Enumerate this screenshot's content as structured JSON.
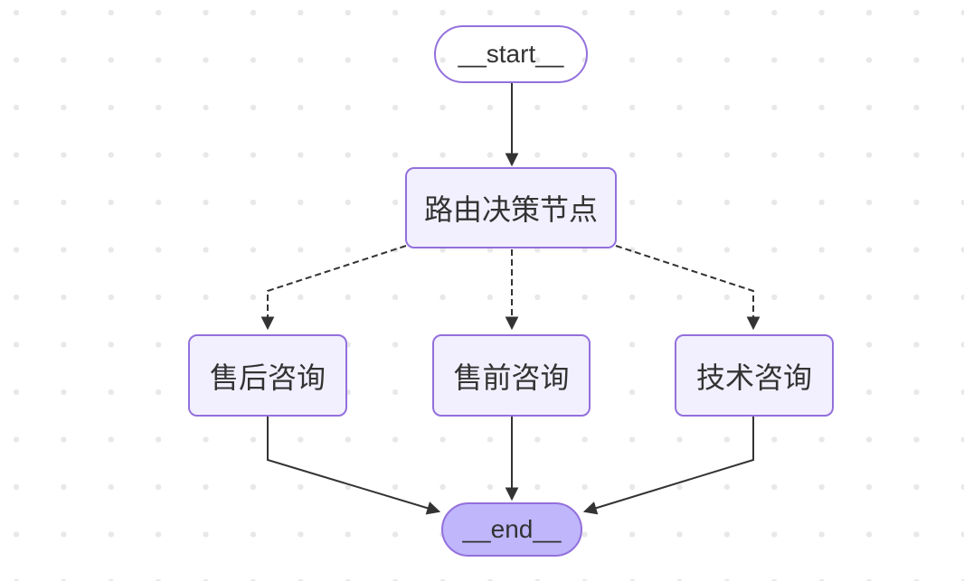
{
  "diagram": {
    "title": "routing-flowchart",
    "nodes": {
      "start": {
        "label": "__start__",
        "shape": "stadium",
        "fill": "transparent"
      },
      "router": {
        "label": "路由决策节点",
        "shape": "rect",
        "fill": "#f2f0ff"
      },
      "after_sales": {
        "label": "售后咨询",
        "shape": "rect",
        "fill": "#f2f0ff"
      },
      "pre_sales": {
        "label": "售前咨询",
        "shape": "rect",
        "fill": "#f2f0ff"
      },
      "tech": {
        "label": "技术咨询",
        "shape": "rect",
        "fill": "#f2f0ff"
      },
      "end": {
        "label": "__end__",
        "shape": "stadium",
        "fill": "#bfb6fc"
      }
    },
    "edges": [
      {
        "from": "__start__",
        "to": "路由决策节点",
        "style": "solid"
      },
      {
        "from": "路由决策节点",
        "to": "售后咨询",
        "style": "dashed"
      },
      {
        "from": "路由决策节点",
        "to": "售前咨询",
        "style": "dashed"
      },
      {
        "from": "路由决策节点",
        "to": "技术咨询",
        "style": "dashed"
      },
      {
        "from": "售后咨询",
        "to": "__end__",
        "style": "solid"
      },
      {
        "from": "售前咨询",
        "to": "__end__",
        "style": "solid"
      },
      {
        "from": "技术咨询",
        "to": "__end__",
        "style": "solid"
      }
    ],
    "colors": {
      "background": "#ffffff",
      "dot": "#e8e8e8",
      "node_border": "#9370DB",
      "node_fill": "#f2f0ff",
      "end_fill": "#bfb6fc",
      "edge": "#333333",
      "text": "#333333"
    }
  }
}
